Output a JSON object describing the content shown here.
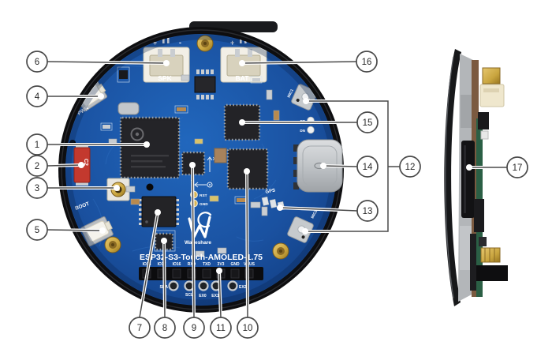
{
  "board": {
    "name": "ESP32-S3-Touch-AMOLED-1.75",
    "brand": "Waveshare",
    "silkscreen": {
      "spk": "SPK",
      "bat": "BAT",
      "pwr": "PWR",
      "boot": "BOOT",
      "mic1": "MIC1",
      "mic2": "MIC2",
      "gps": "GPS",
      "rst": "RST",
      "gnd": "GND",
      "dp": "DP",
      "dn": "DN",
      "plus": "+",
      "minus": "-",
      "axis_x": "X",
      "axis_z": "Z",
      "red_component": "C2"
    },
    "header_pins": [
      "IO18",
      "IO17",
      "IO16",
      "RXD",
      "TXD",
      "3V3",
      "GND",
      "VBUS"
    ],
    "bottom_pads": [
      "SDA",
      "SCL",
      "EX0",
      "EX1",
      "EX2"
    ]
  },
  "callouts": [
    {
      "label": "1"
    },
    {
      "label": "2"
    },
    {
      "label": "3"
    },
    {
      "label": "4"
    },
    {
      "label": "5"
    },
    {
      "label": "6"
    },
    {
      "label": "7"
    },
    {
      "label": "8"
    },
    {
      "label": "9"
    },
    {
      "label": "10"
    },
    {
      "label": "11"
    },
    {
      "label": "12"
    },
    {
      "label": "13"
    },
    {
      "label": "14"
    },
    {
      "label": "15"
    },
    {
      "label": "16"
    },
    {
      "label": "17"
    }
  ],
  "colors": {
    "pcb_blue": "#1b57a8",
    "pcb_dark": "#103a7c",
    "bezel_black": "#0e0e10",
    "callout_line": "#4a4a4a",
    "gold": "#c9a53f",
    "connector_cream": "#f2efe6",
    "usb_silver": "#c4c8cb",
    "red_component": "#c3392e"
  }
}
